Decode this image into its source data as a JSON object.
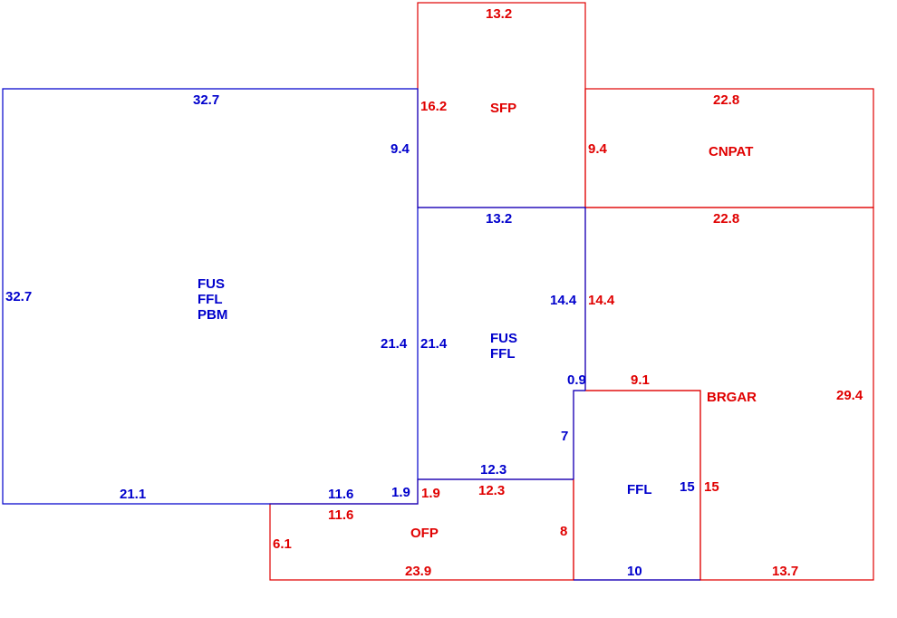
{
  "colors": {
    "blue": "#0000cc",
    "red": "#e00000"
  },
  "areas": [
    {
      "id": "fus-ffl-pbm",
      "lines": [
        "FUS",
        "FFL",
        "PBM"
      ],
      "color": "blue"
    },
    {
      "id": "fus-ffl",
      "lines": [
        "FUS",
        "FFL"
      ],
      "color": "blue"
    },
    {
      "id": "ffl",
      "lines": [
        "FFL"
      ],
      "color": "blue"
    },
    {
      "id": "sfp",
      "lines": [
        "SFP"
      ],
      "color": "red"
    },
    {
      "id": "cnpat",
      "lines": [
        "CNPAT"
      ],
      "color": "red"
    },
    {
      "id": "brgar",
      "lines": [
        "BRGAR"
      ],
      "color": "red"
    },
    {
      "id": "ofp",
      "lines": [
        "OFP"
      ],
      "color": "red"
    }
  ],
  "dimensions": [
    {
      "id": "main-top",
      "value": "32.7",
      "color": "blue"
    },
    {
      "id": "main-left",
      "value": "32.7",
      "color": "blue"
    },
    {
      "id": "main-right-upper",
      "value": "9.4",
      "color": "blue"
    },
    {
      "id": "main-right-lower",
      "value": "21.4",
      "color": "blue"
    },
    {
      "id": "main-bottom-left",
      "value": "21.1",
      "color": "blue"
    },
    {
      "id": "main-bottom-right",
      "value": "11.6",
      "color": "blue"
    },
    {
      "id": "main-step",
      "value": "1.9",
      "color": "blue"
    },
    {
      "id": "fus-top",
      "value": "13.2",
      "color": "blue"
    },
    {
      "id": "fus-left",
      "value": "21.4",
      "color": "blue"
    },
    {
      "id": "fus-right",
      "value": "14.4",
      "color": "blue"
    },
    {
      "id": "fus-jog",
      "value": "0.9",
      "color": "blue"
    },
    {
      "id": "fus-step",
      "value": "7",
      "color": "blue"
    },
    {
      "id": "fus-bottom",
      "value": "12.3",
      "color": "blue"
    },
    {
      "id": "ffl-right",
      "value": "15",
      "color": "blue"
    },
    {
      "id": "ffl-bottom",
      "value": "10",
      "color": "blue"
    },
    {
      "id": "sfp-top",
      "value": "13.2",
      "color": "red"
    },
    {
      "id": "sfp-left",
      "value": "16.2",
      "color": "red"
    },
    {
      "id": "sfp-right",
      "value": "9.4",
      "color": "red"
    },
    {
      "id": "cnpat-top",
      "value": "22.8",
      "color": "red"
    },
    {
      "id": "brgar-top",
      "value": "22.8",
      "color": "red"
    },
    {
      "id": "brgar-left",
      "value": "14.4",
      "color": "red"
    },
    {
      "id": "brgar-inner-top",
      "value": "9.1",
      "color": "red"
    },
    {
      "id": "brgar-right",
      "value": "29.4",
      "color": "red"
    },
    {
      "id": "brgar-inner-side",
      "value": "15",
      "color": "red"
    },
    {
      "id": "brgar-bottom",
      "value": "13.7",
      "color": "red"
    },
    {
      "id": "ofp-step",
      "value": "1.9",
      "color": "red"
    },
    {
      "id": "ofp-top-right",
      "value": "12.3",
      "color": "red"
    },
    {
      "id": "ofp-top-left",
      "value": "11.6",
      "color": "red"
    },
    {
      "id": "ofp-left",
      "value": "6.1",
      "color": "red"
    },
    {
      "id": "ofp-right",
      "value": "8",
      "color": "red"
    },
    {
      "id": "ofp-bottom",
      "value": "23.9",
      "color": "red"
    }
  ]
}
